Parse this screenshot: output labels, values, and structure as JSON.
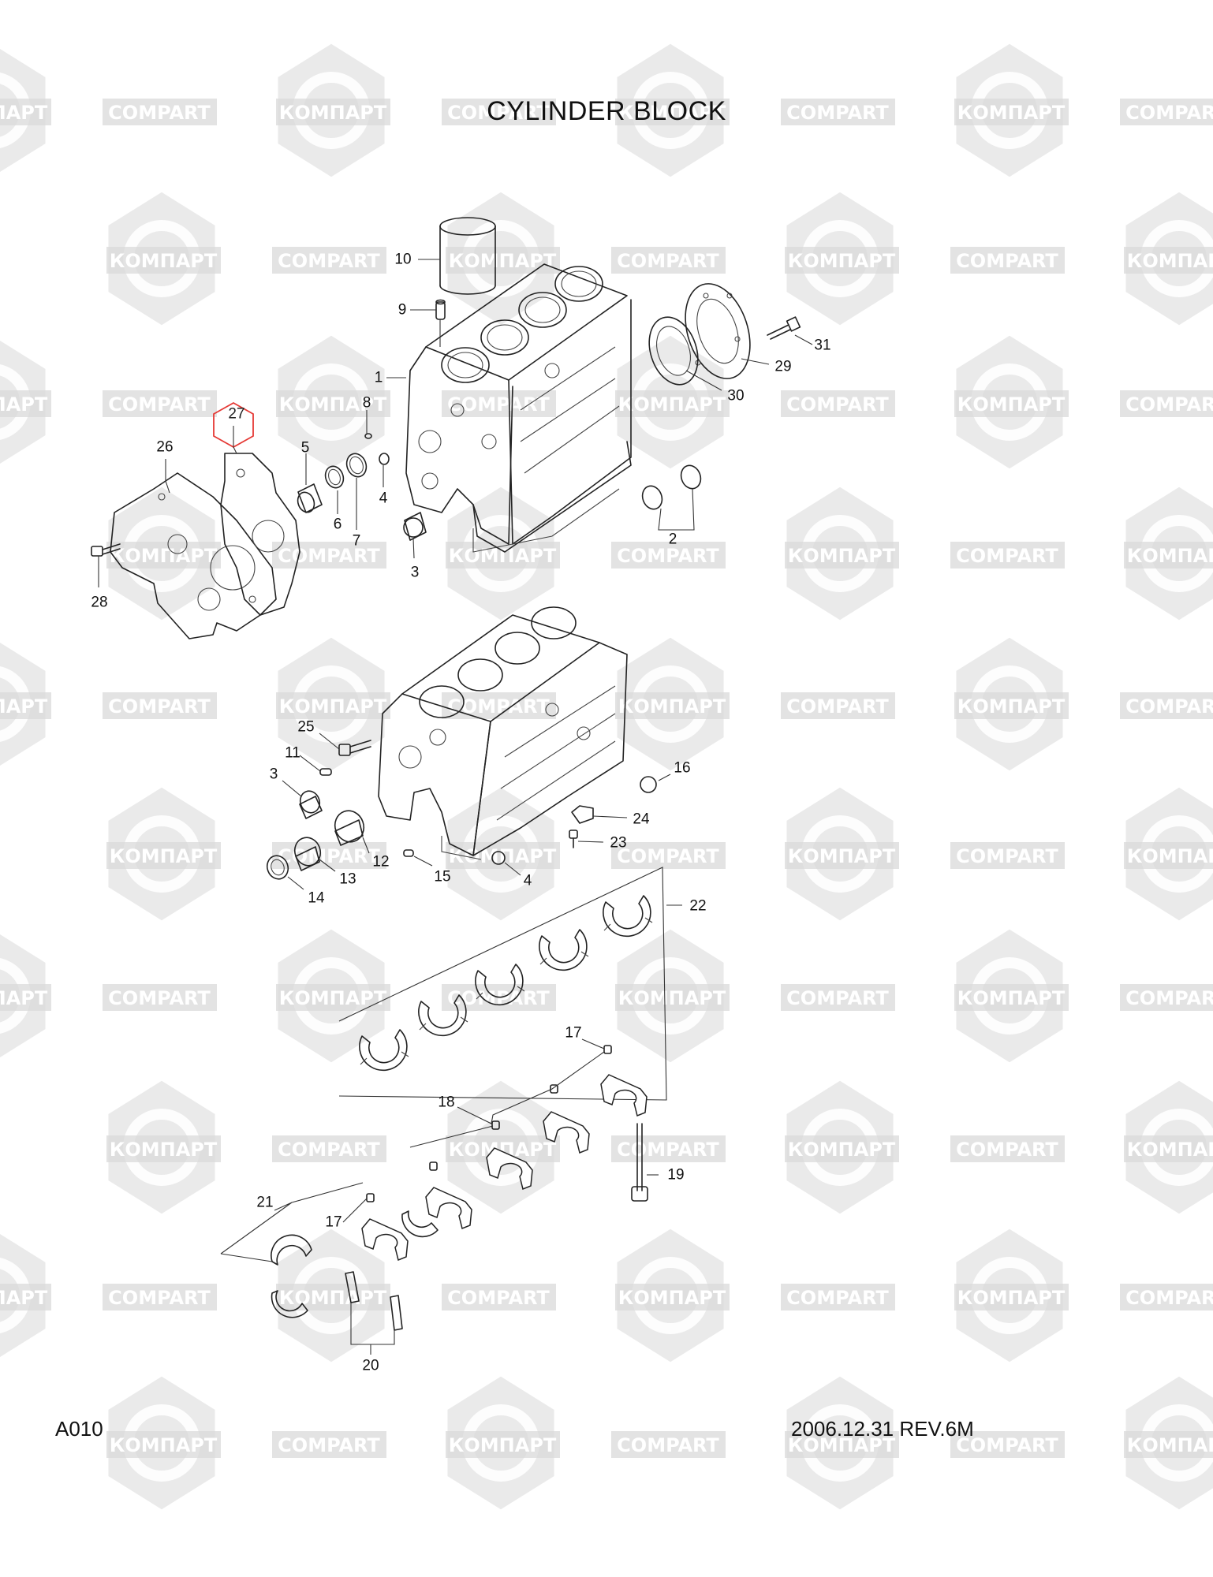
{
  "title": "CYLINDER BLOCK",
  "footer": {
    "page_code": "A010",
    "revision": "2006.12.31 REV.6M"
  },
  "watermark": {
    "text_cyrillic": "КОМПАРТ",
    "text_latin": "COMPART",
    "color": "#d9d9d9"
  },
  "highlight": {
    "callout": "27",
    "color": "#e53935"
  },
  "callouts": [
    {
      "id": "c10",
      "text": "10"
    },
    {
      "id": "c9",
      "text": "9"
    },
    {
      "id": "c1",
      "text": "1"
    },
    {
      "id": "c8",
      "text": "8"
    },
    {
      "id": "c27",
      "text": "27"
    },
    {
      "id": "c26",
      "text": "26"
    },
    {
      "id": "c5",
      "text": "5"
    },
    {
      "id": "c6",
      "text": "6"
    },
    {
      "id": "c7",
      "text": "7"
    },
    {
      "id": "c4a",
      "text": "4"
    },
    {
      "id": "c3a",
      "text": "3"
    },
    {
      "id": "c28",
      "text": "28"
    },
    {
      "id": "c2",
      "text": "2"
    },
    {
      "id": "c29",
      "text": "29"
    },
    {
      "id": "c30",
      "text": "30"
    },
    {
      "id": "c31",
      "text": "31"
    },
    {
      "id": "c25",
      "text": "25"
    },
    {
      "id": "c11",
      "text": "11"
    },
    {
      "id": "c3b",
      "text": "3"
    },
    {
      "id": "c16",
      "text": "16"
    },
    {
      "id": "c24",
      "text": "24"
    },
    {
      "id": "c23",
      "text": "23"
    },
    {
      "id": "c12",
      "text": "12"
    },
    {
      "id": "c13",
      "text": "13"
    },
    {
      "id": "c14",
      "text": "14"
    },
    {
      "id": "c15",
      "text": "15"
    },
    {
      "id": "c4b",
      "text": "4"
    },
    {
      "id": "c22",
      "text": "22"
    },
    {
      "id": "c17a",
      "text": "17"
    },
    {
      "id": "c18",
      "text": "18"
    },
    {
      "id": "c19",
      "text": "19"
    },
    {
      "id": "c21",
      "text": "21"
    },
    {
      "id": "c17b",
      "text": "17"
    },
    {
      "id": "c20",
      "text": "20"
    }
  ]
}
